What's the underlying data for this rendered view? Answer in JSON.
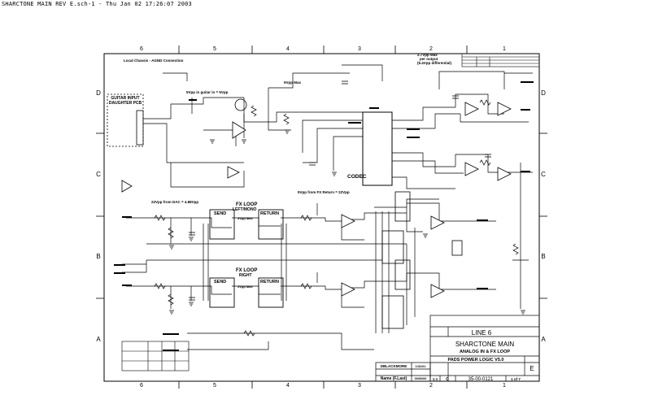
{
  "header": {
    "text": "SHARCTONE MAIN REV E.sch-1 - Thu Jan 02 17:26:07 2003"
  },
  "grid": {
    "cols": [
      "6",
      "5",
      "4",
      "3",
      "2",
      "1"
    ],
    "rows": [
      "D",
      "C",
      "B",
      "A"
    ]
  },
  "labels": {
    "local_chassis": "Local Chassis - AGND Connection",
    "guitar_pcb_1": "GUITAR INPUT",
    "guitar_pcb_2": "DAUGHTER PCB",
    "vpp_guitar": "5Vpp in guitar in = 5Vpp",
    "vpp_max": "5Vpp Max",
    "vpp_out_1": "2.7Vpp Max",
    "vpp_out_2": "per output",
    "vpp_out_3": "(5.4Vpp differential)",
    "vpp_dac": "22Vpp from DAC = 4.88Vpp",
    "vpp_fx_return": "5Vpp from FX Return = 22Vpp",
    "codec": "CODEC",
    "fx_loop_left_1": "FX LOOP",
    "fx_loop_left_2": "LEFT/MONO",
    "fx_loop_right_1": "FX LOOP",
    "fx_loop_right_2": "RIGHT",
    "send": "SEND",
    "return": "RETURN",
    "vpp_max_l": "5Vpp Max",
    "vpp_max_r": "5Vpp Max"
  },
  "title_block": {
    "company": "LINE 6",
    "title_1": "SHARCTONE MAIN",
    "title_2": "ANALOG IN & FX LOOP",
    "software": "PADS POWER LOGIC V5.0",
    "rev_letter": "E",
    "size": "C",
    "doc_number": "35-00-0121",
    "sheet": "1 of 7",
    "scale": "1:1",
    "drawn_by": "DBLACKMORE",
    "drawn_date": "1/31/01",
    "checked_by": "Name (F.Last)",
    "checked_date": "00/00/00"
  }
}
